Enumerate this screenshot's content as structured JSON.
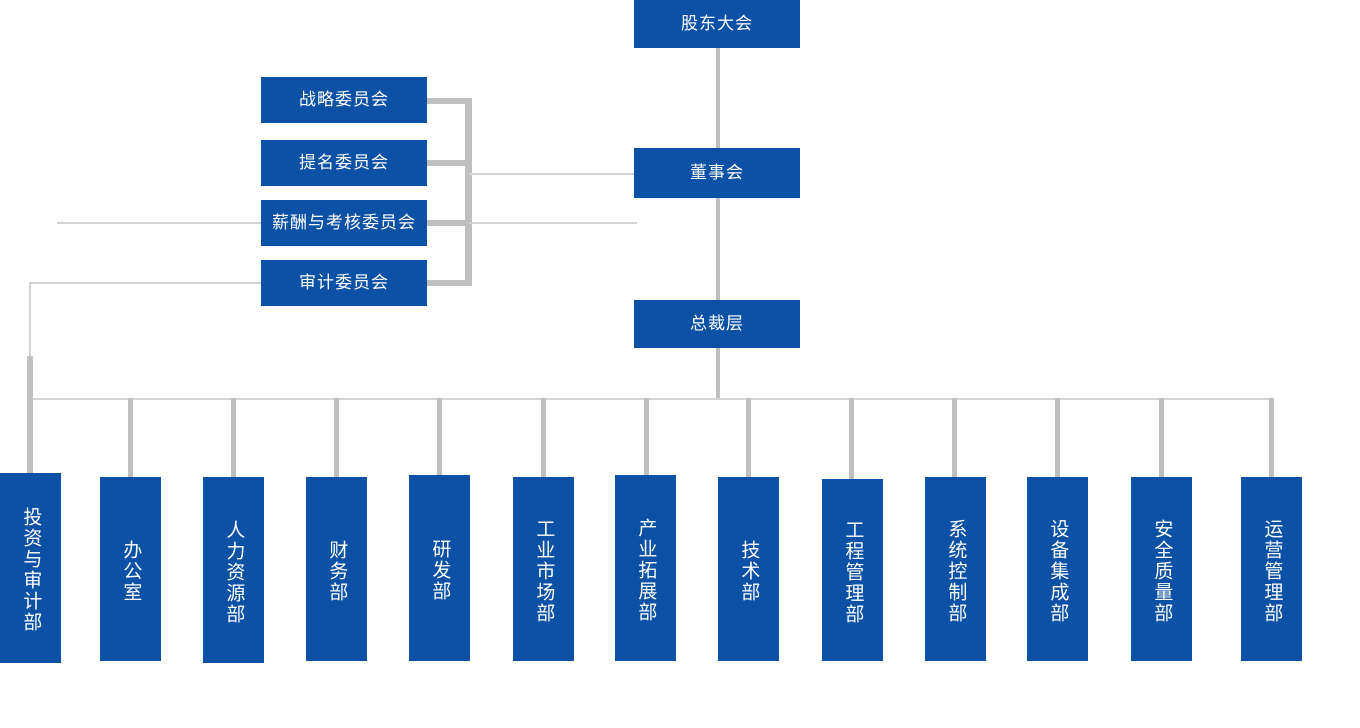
{
  "theme": {
    "node_fill": "#0b51a5",
    "node_text": "#ffffff",
    "connector": "#bfbfbf",
    "connector_thin": "#cccccc",
    "background": "#ffffff"
  },
  "chart": {
    "type": "org-chart",
    "title": "",
    "levels": [
      {
        "name": "shareholders",
        "nodes": [
          "shareholders_meeting"
        ]
      },
      {
        "name": "board",
        "nodes": [
          "board_of_directors"
        ]
      },
      {
        "name": "committees",
        "nodes": [
          "strategy_committee",
          "nomination_committee",
          "compensation_committee",
          "audit_committee"
        ]
      },
      {
        "name": "executive",
        "nodes": [
          "president_level"
        ]
      },
      {
        "name": "departments",
        "nodes": [
          "departments"
        ]
      }
    ]
  },
  "top": {
    "shareholders_meeting": "股东大会",
    "board_of_directors": "董事会",
    "president_level": "总裁层"
  },
  "committees": [
    {
      "id": "strategy-committee",
      "label": "战略委员会"
    },
    {
      "id": "nomination-committee",
      "label": "提名委员会"
    },
    {
      "id": "compensation-committee",
      "label": "薪酬与考核委员会"
    },
    {
      "id": "audit-committee",
      "label": "审计委员会"
    }
  ],
  "departments": [
    {
      "id": "investment-audit-dept",
      "label": "投资与审计部"
    },
    {
      "id": "office-dept",
      "label": "办公室"
    },
    {
      "id": "hr-dept",
      "label": "人力资源部"
    },
    {
      "id": "finance-dept",
      "label": "财务部"
    },
    {
      "id": "rd-dept",
      "label": "研发部"
    },
    {
      "id": "industrial-market-dept",
      "label": "工业市场部"
    },
    {
      "id": "industry-expansion-dept",
      "label": "产业拓展部"
    },
    {
      "id": "technology-dept",
      "label": "技术部"
    },
    {
      "id": "engineering-management-dept",
      "label": "工程管理部"
    },
    {
      "id": "system-control-dept",
      "label": "系统控制部"
    },
    {
      "id": "equipment-integration-dept",
      "label": "设备集成部"
    },
    {
      "id": "safety-quality-dept",
      "label": "安全质量部"
    },
    {
      "id": "operations-management-dept",
      "label": "运营管理部"
    }
  ]
}
